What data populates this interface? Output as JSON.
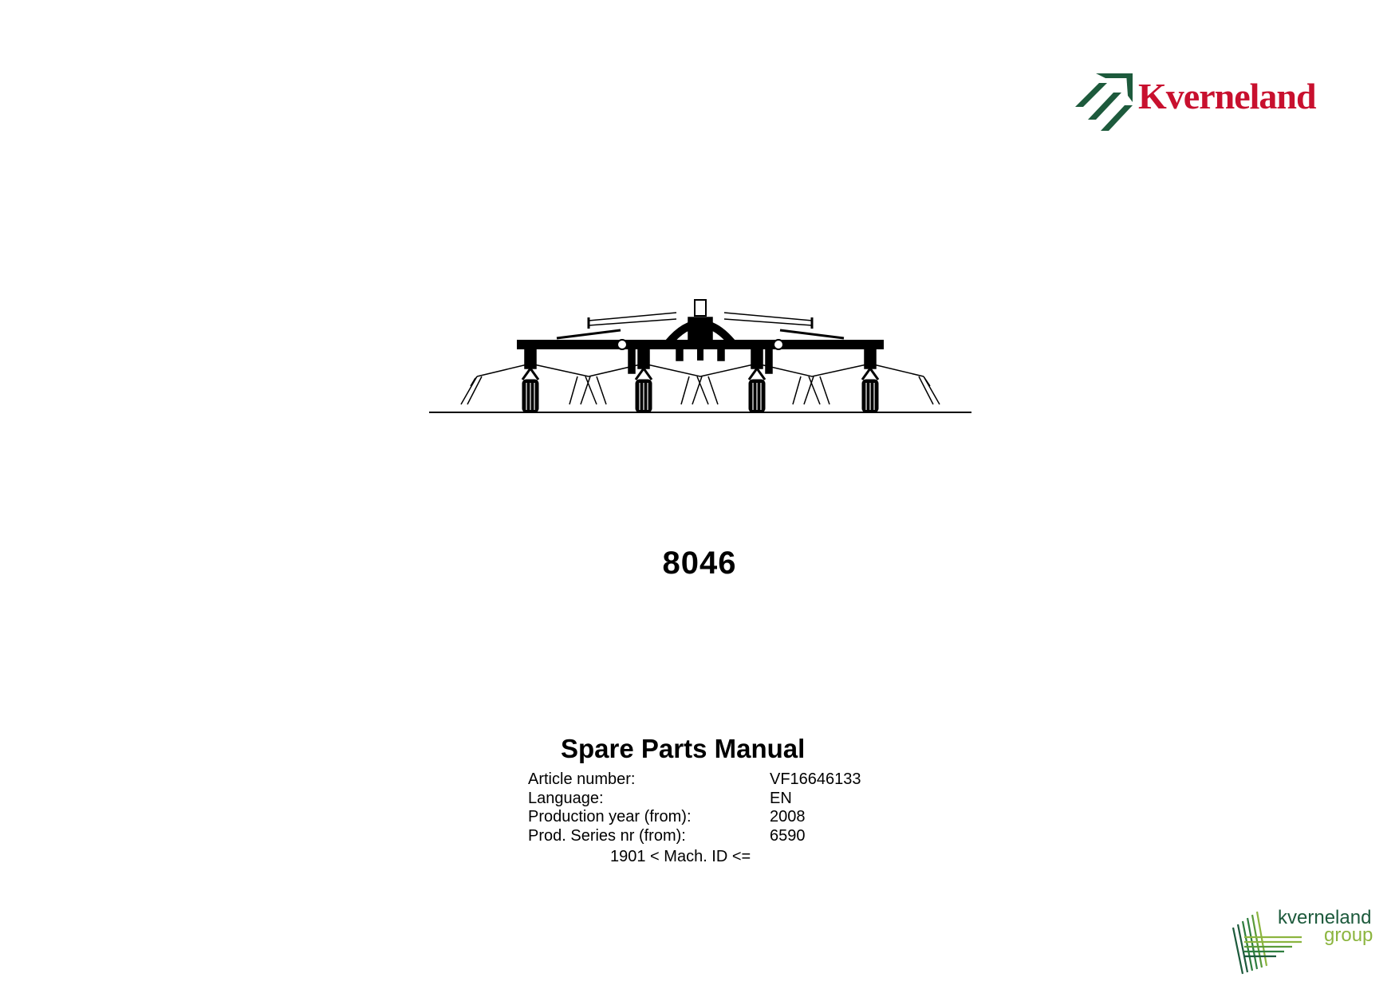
{
  "brand": {
    "name": "Kverneland",
    "color": "#c8102e",
    "mark_color": "#1d5a3c",
    "logo_icon": "kverneland-arrow-logo"
  },
  "illustration": {
    "subject": "rotary tedder side view",
    "icon": "tedder-machine-drawing"
  },
  "model": "8046",
  "manual": {
    "title": "Spare Parts Manual",
    "fields": [
      {
        "label": "Article number:",
        "value": "VF16646133"
      },
      {
        "label": "Language:",
        "value": "EN"
      },
      {
        "label": "Production year (from):",
        "value": "2008"
      },
      {
        "label": "Prod. Series nr (from):",
        "value": "6590"
      }
    ],
    "note": "1901 < Mach. ID <="
  },
  "group_logo": {
    "line1": "kverneland",
    "line2": "group",
    "line1_color": "#1d5a3c",
    "line2_color": "#8cb53f",
    "icon": "kverneland-group-stripes-logo"
  }
}
